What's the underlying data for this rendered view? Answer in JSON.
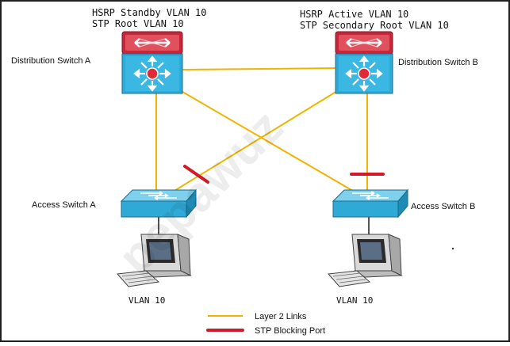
{
  "colors": {
    "layer2_link": "#f0b400",
    "blocking_port": "#d11a2a",
    "switch_blue": "#2fa9d6",
    "router_red": "#d8343f",
    "text": "#111111"
  },
  "diagram": {
    "dist_a": {
      "label": "Distribution Switch A",
      "role_line1": "HSRP Standby VLAN 10",
      "role_line2": "STP Root VLAN 10"
    },
    "dist_b": {
      "label": "Distribution Switch B",
      "role_line1": "HSRP Active VLAN 10",
      "role_line2": "STP Secondary Root VLAN 10"
    },
    "access_a": {
      "label": "Access Switch A"
    },
    "access_b": {
      "label": "Access Switch B"
    },
    "pc_a": {
      "label": "VLAN 10"
    },
    "pc_b": {
      "label": "VLAN 10"
    },
    "legend": {
      "layer2_links": "Layer 2 Links",
      "stp_blocking_port": "STP Blocking Port"
    },
    "watermark": "pepawuz"
  }
}
